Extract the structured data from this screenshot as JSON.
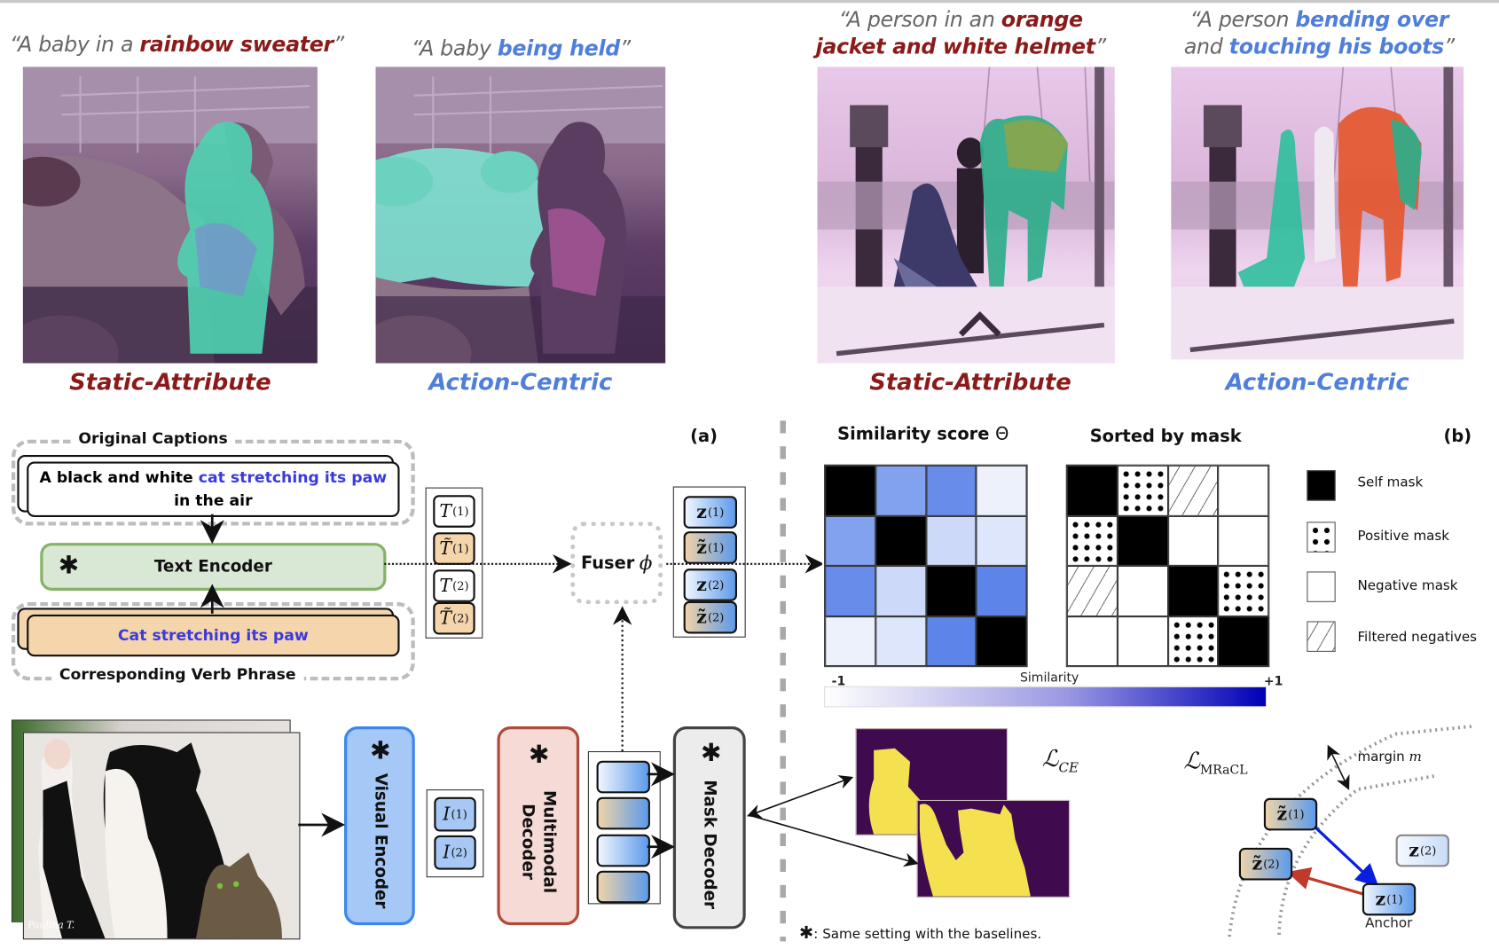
{
  "examples": [
    {
      "quote_open": "“A baby in a ",
      "quote_highlight": "rainbow sweater",
      "quote_close": "”",
      "highlight_color": "#8b1a1a",
      "category": "Static-Attribute",
      "category_color": "#8b1a1a",
      "scene": "baby with cow, baby mask highlighted"
    },
    {
      "quote_open": "“A baby ",
      "quote_highlight": "being held",
      "quote_close": "”",
      "highlight_color": "#4f7fd8",
      "category": "Action-Centric",
      "category_color": "#4f7fd8",
      "scene": "baby with cow, cow mask highlighted"
    },
    {
      "quote_open": "“A person in an ",
      "quote_highlight_1": "orange",
      "quote_highlight_2": "jacket and white helmet",
      "quote_close": "”",
      "highlight_color": "#8b1a1a",
      "category": "Static-Attribute",
      "category_color": "#8b1a1a",
      "scene": "people in snow, bending person masked"
    },
    {
      "quote_open": "“A person ",
      "quote_highlight_1": "bending over",
      "quote_mid": "and ",
      "quote_highlight_2": "touching his boots",
      "quote_close": "”",
      "highlight_color": "#4f7fd8",
      "category": "Action-Centric",
      "category_color": "#4f7fd8",
      "scene": "people in snow, multiple masks"
    }
  ],
  "panel_a": {
    "label": "(a)",
    "original_captions_title": "Original Captions",
    "caption_plain": "A black and white ",
    "caption_highlight": "cat stretching its paw",
    "caption_line2": "in the air",
    "text_encoder": "Text Encoder",
    "verb_phrase": "Cat stretching its paw",
    "verb_phrase_title": "Corresponding Verb Phrase",
    "text_tokens": [
      {
        "sym": "T",
        "tilde": false,
        "idx": "(1)",
        "style": "white"
      },
      {
        "sym": "T̃",
        "tilde": true,
        "idx": "(1)",
        "style": "orange"
      },
      {
        "sym": "T",
        "tilde": false,
        "idx": "(2)",
        "style": "white"
      },
      {
        "sym": "T̃",
        "tilde": true,
        "idx": "(2)",
        "style": "orange"
      }
    ],
    "fuser": "Fuser",
    "fuser_symbol": "ϕ",
    "fused_tokens": [
      {
        "sym": "z",
        "idx": "(1)",
        "style": "blue"
      },
      {
        "sym": "z̃",
        "idx": "(1)",
        "style": "mix"
      },
      {
        "sym": "z",
        "idx": "(2)",
        "style": "blue"
      },
      {
        "sym": "z̃",
        "idx": "(2)",
        "style": "mix"
      }
    ],
    "visual_encoder": "Visual Encoder",
    "image_tokens": [
      {
        "sym": "I",
        "idx": "(1)"
      },
      {
        "sym": "I",
        "idx": "(2)"
      }
    ],
    "multimodal_decoder_line1": "Multimodal",
    "multimodal_decoder_line2": "Decoder",
    "mask_decoder": "Mask Decoder",
    "input_image_watermark": "Paulina T.",
    "star": "✱"
  },
  "panel_b": {
    "label": "(b)",
    "similarity_title": "Similarity score",
    "similarity_symbol": "Θ",
    "sorted_title": "Sorted by mask",
    "similarity_matrix": [
      [
        1.0,
        0.35,
        0.65,
        -0.9
      ],
      [
        0.35,
        1.0,
        -0.5,
        -0.7
      ],
      [
        0.65,
        -0.5,
        1.0,
        0.75
      ],
      [
        -0.9,
        -0.7,
        0.75,
        1.0
      ]
    ],
    "mask_matrix": [
      [
        "self",
        "positive",
        "filtered",
        "negative"
      ],
      [
        "positive",
        "self",
        "negative",
        "negative"
      ],
      [
        "filtered",
        "negative",
        "self",
        "positive"
      ],
      [
        "negative",
        "negative",
        "positive",
        "self"
      ]
    ],
    "colorbar": {
      "min_label": "-1",
      "max_label": "+1",
      "title": "Similarity",
      "color_low": "#ffffff",
      "color_high": "#0000b8"
    },
    "legend": [
      {
        "key": "self",
        "label": "Self mask"
      },
      {
        "key": "positive",
        "label": "Positive mask"
      },
      {
        "key": "negative",
        "label": "Negative mask"
      },
      {
        "key": "filtered",
        "label": "Filtered negatives"
      }
    ],
    "loss_ce": "ℒ",
    "loss_ce_sub": "CE",
    "loss_mracl": "ℒ",
    "loss_mracl_sub": "MRaCL",
    "margin_label": "margin",
    "margin_symbol": "m",
    "anchor_label": "Anchor",
    "footnote": ": Same setting with the baselines."
  }
}
